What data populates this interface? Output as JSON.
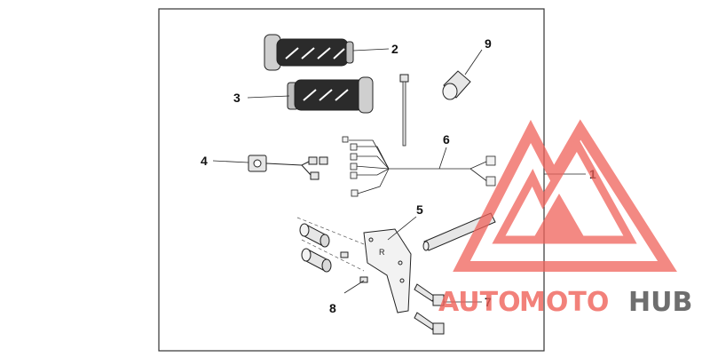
{
  "callouts": [
    "1",
    "2",
    "3",
    "4",
    "5",
    "6",
    "7",
    "8",
    "9"
  ],
  "bracket_letter": "R",
  "watermark": {
    "part1": "AUTO",
    "part2": "MOTO",
    "part3": "HUB",
    "color_primary": "#f0625a",
    "color_accent": "#f5b041",
    "color_dark": "#555555"
  },
  "colors": {
    "frame": "#333333",
    "line": "#222222",
    "grip_fill": "#2b2b2b",
    "part_fill": "#d9d9d9"
  }
}
